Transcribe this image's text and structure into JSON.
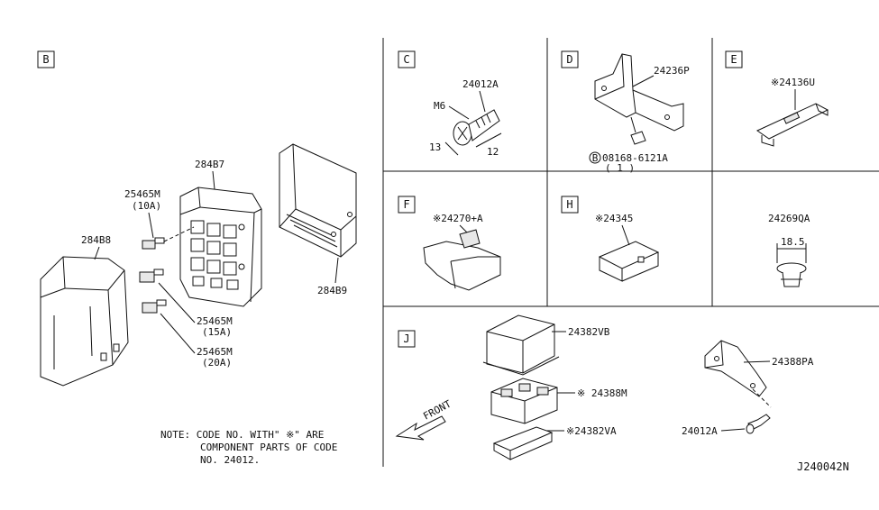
{
  "sections": {
    "B": "B",
    "C": "C",
    "D": "D",
    "E": "E",
    "F": "F",
    "H": "H",
    "J": "J"
  },
  "parts": {
    "p284B7": "284B7",
    "p284B8": "284B8",
    "p284B9": "284B9",
    "fuse10_code": "25465M",
    "fuse10_rating": "(10A)",
    "fuse15_code": "25465M",
    "fuse15_rating": "(15A)",
    "fuse20_code": "25465M",
    "fuse20_rating": "(20A)",
    "bolt_code": "24012A",
    "bolt_thread": "M6",
    "bolt_dim_13": "13",
    "bolt_dim_12": "12",
    "bracket_code": "24236P",
    "bracket_bolt_code": "08168-6121A",
    "bracket_bolt_qty": "( 1 )",
    "bracket_bolt_circle": "B",
    "clip_e_code": "※24136U",
    "clip_f_code": "※24270+A",
    "clip_h_code": "※24345",
    "clip_plain_code": "24269QA",
    "clip_plain_dim": "18.5",
    "cover_vb": "24382VB",
    "box_m": "※ 24388M",
    "cover_va": "※24382VA",
    "bracket_pa": "24388PA",
    "bolt_j": "24012A",
    "front_label": "FRONT"
  },
  "note": {
    "line1": "NOTE: CODE NO. WITH\" ※\" ARE",
    "line2": "COMPONENT PARTS OF CODE",
    "line3": "NO. 24012."
  },
  "diagram_id": "J240042N"
}
